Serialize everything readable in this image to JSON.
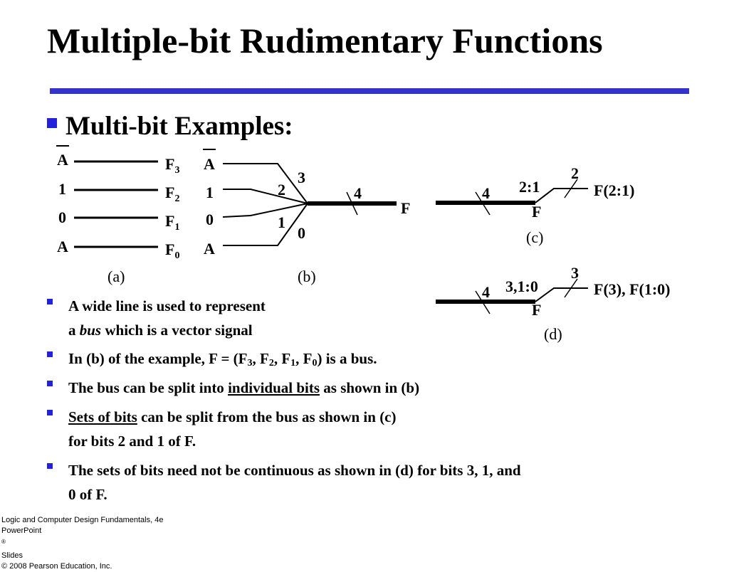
{
  "slide": {
    "title": "Multiple-bit Rudimentary Functions",
    "heading": "Multi-bit Examples:",
    "accent_color": "#3333cc",
    "bullet_color": "#2222dd"
  },
  "diagram_a": {
    "inputs": [
      "A",
      "1",
      "0",
      "A"
    ],
    "outputs": [
      "F",
      "F",
      "F",
      "F"
    ],
    "output_subscripts": [
      "3",
      "2",
      "1",
      "0"
    ],
    "caption": "(a)"
  },
  "diagram_b": {
    "inputs": [
      "A",
      "1",
      "0",
      "A"
    ],
    "branch_labels": [
      "3",
      "2",
      "1",
      "0"
    ],
    "bus_width": "4",
    "output": "F",
    "caption": "(b)"
  },
  "diagram_c": {
    "bus_width": "4",
    "selector": "2:1",
    "bus_name": "F",
    "tap_width": "2",
    "output": "F(2:1)",
    "caption": "(c)"
  },
  "diagram_d": {
    "bus_width": "4",
    "selector": "3,1:0",
    "bus_name": "F",
    "tap_width": "3",
    "output": "F(3), F(1:0)",
    "caption": "(d)"
  },
  "bullets": {
    "b1": {
      "line1": "A wide line is used to represent",
      "a": "a ",
      "bus": "bus",
      "rest": " which is a vector signal"
    },
    "b2": {
      "p0": " In (b) of the example, F = (F",
      "s3": "3",
      "c1": ", F",
      "s2": "2",
      "c2": ", F",
      "s1": "1",
      "c3": ", F",
      "s0": "0",
      "end": ") is a bus."
    },
    "b3": {
      "p0": "The bus can be split into ",
      "u": "individual bits",
      "p1": " as shown in (b)"
    },
    "b4": {
      "u": "Sets of bits",
      "p1": " can be split from the bus as shown in (c)",
      "line2": "for bits 2 and 1 of F."
    },
    "b5": {
      "line1": "The sets of bits need not be continuous as shown in (d) for bits 3, 1, and",
      "line2": "0 of F."
    }
  },
  "footer": {
    "line1": "Logic and Computer Design Fundamentals, 4e",
    "line2a": "PowerPoint",
    "line2sup": "®",
    "line2b": " Slides",
    "line3": "© 2008 Pearson Education, Inc."
  }
}
